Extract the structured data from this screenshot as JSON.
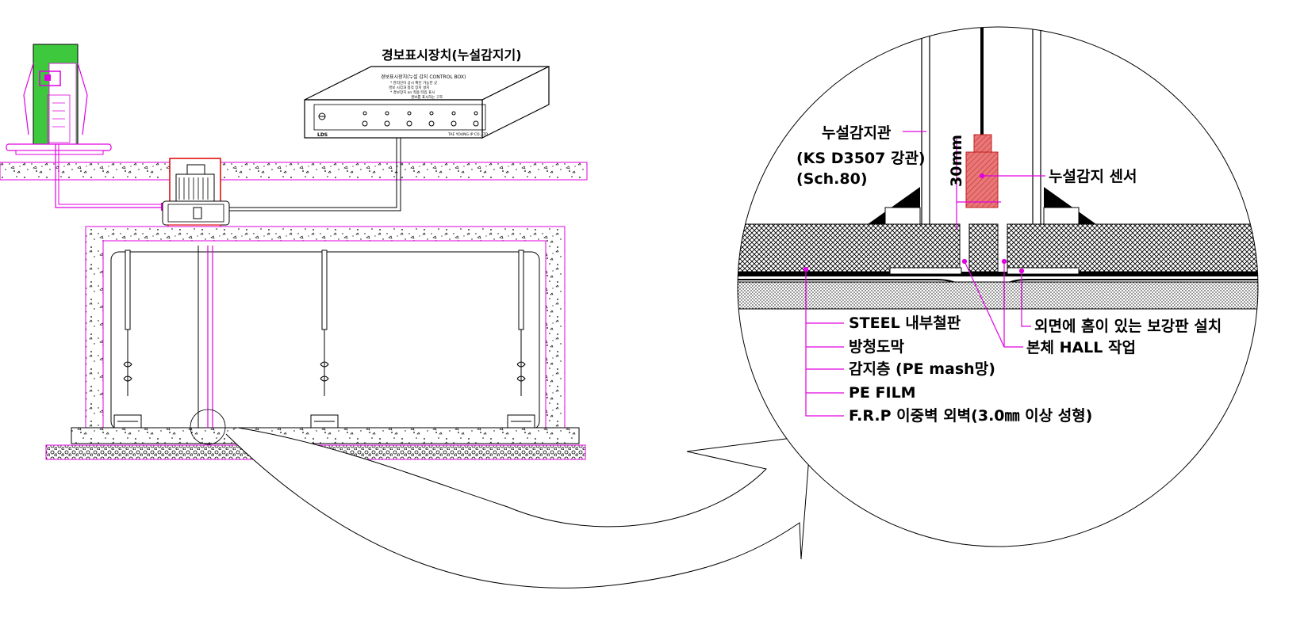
{
  "control_box": {
    "title": "경보표시장치(누설감지기)",
    "panel_heading": "경보표시장치(누설 감지 CONTROL BOX)",
    "panel_notes": [
      "* 관리인이 상시 확인 가능한 곳",
      "경보 시각과 청각 장치 설치",
      "* 경보장치 on 적용 타입 표시",
      "경보를 표시하는 구조"
    ],
    "brand": "LDS",
    "maker": "TAE YOUNG IP CO.,LTD"
  },
  "detail": {
    "pipe_label": "누설감지관",
    "pipe_spec_1": "(KS D3507 강관)",
    "pipe_spec_2": "(Sch.80)",
    "dimension": "30mm",
    "sensor_label": "누설감지 센서",
    "plate_label": "외면에 홈이 있는 보강판 설치",
    "hall_label": "본체 HALL 작업",
    "layers": [
      "STEEL 내부철판",
      "방청도막",
      "감지층 (PE mash망)",
      "PE FILM",
      "F.R.P 이중벽 외벽(3.0㎜ 이상 성형)"
    ]
  },
  "colors": {
    "magenta": "#e000e0",
    "red": "#e01010",
    "green": "#3ec83e",
    "sensor": "#e06060",
    "blue": "#2020e0"
  }
}
